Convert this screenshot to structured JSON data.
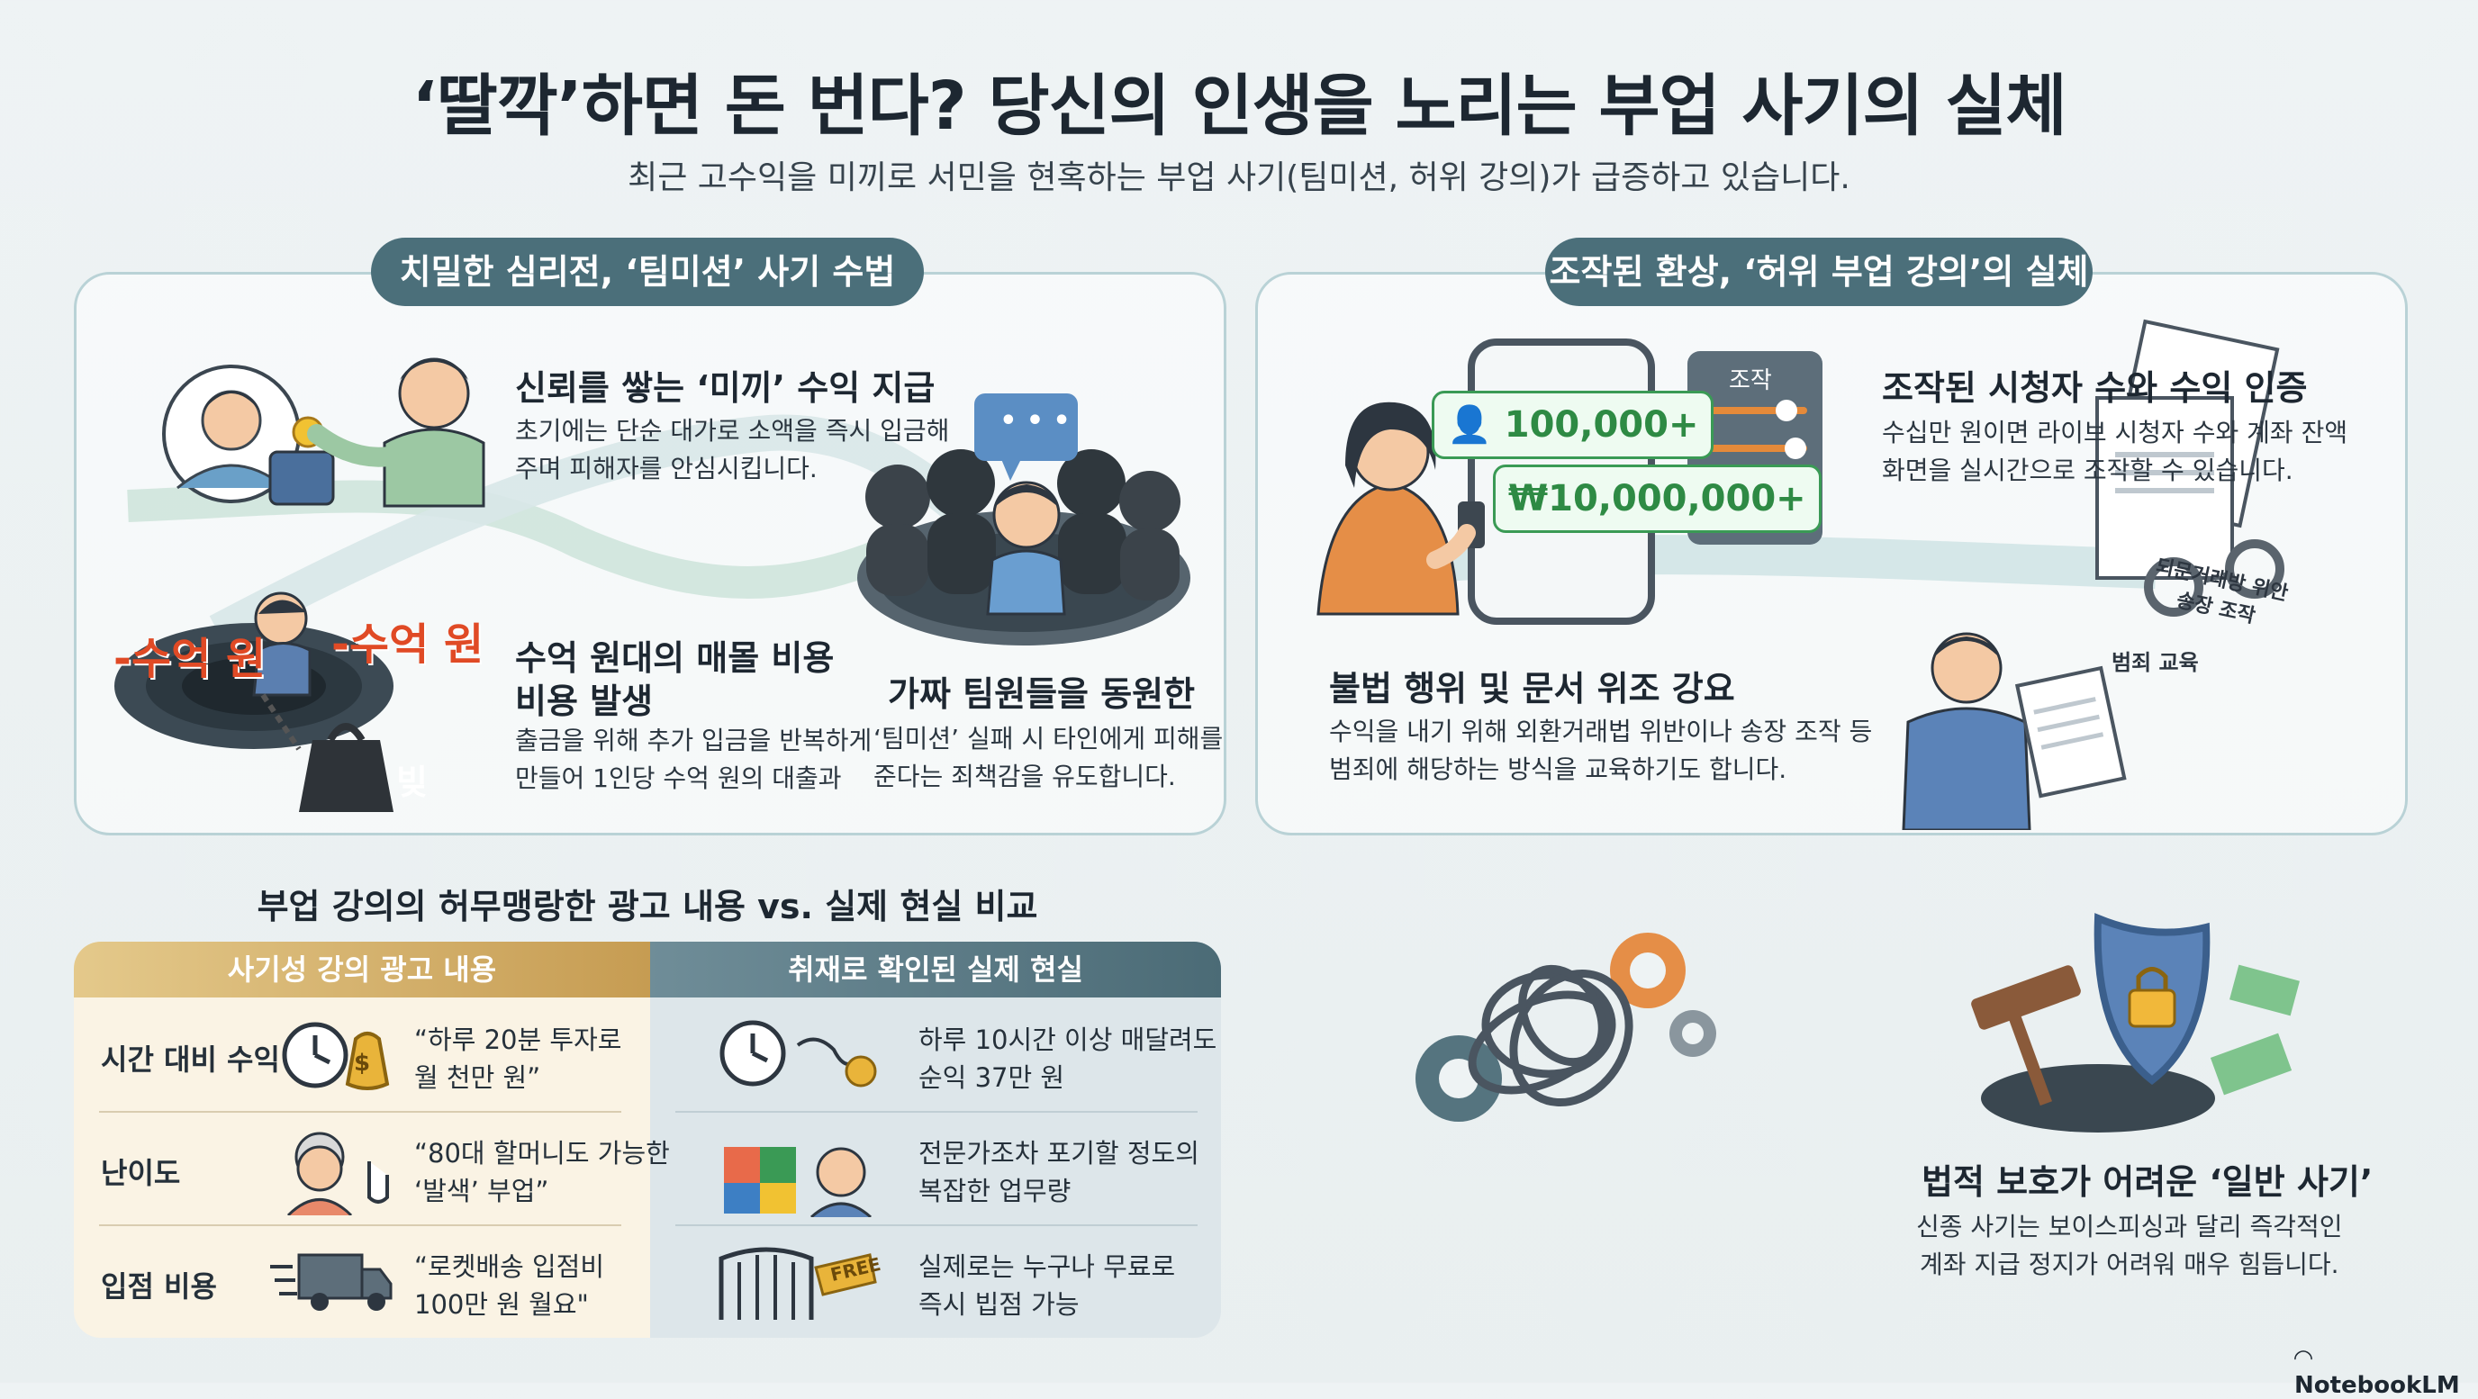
{
  "header": {
    "title": "‘딸깍’하면 돈 번다? 당신의 인생을 노리는 부업 사기의 실체",
    "subtitle": "최근 고수익을 미끼로 서민을 현혹하는 부업 사기(팀미션, 허위 강의)가 급증하고 있습니다."
  },
  "left_panel": {
    "pill": "치밀한 심리전, ‘팀미션’ 사기 수법",
    "step1_title": "신뢰를 쌓는 ‘미끼’ 수익 지급",
    "step1_text": [
      "초기에는 단순 대가로 소액을 즉시 입금해",
      "주며 피해자를 안심시킵니다."
    ],
    "step2_title": "가짜 팀원들을 동원한",
    "step2_text": [
      "‘팀미션’ 실패 시 타인에게 피해를",
      "준다는 죄책감을 유도합니다."
    ],
    "step3_title": [
      "수억 원대의 매몰 비용",
      "비용 발생"
    ],
    "step3_text": [
      "출금을 위해 추가 입금을 반복하게",
      "만들어 1인당 수억 원의 대출과"
    ],
    "money_left": "-수억 원",
    "money_right": "-수억 원",
    "weight_label": "빚",
    "bubble": "• • •"
  },
  "right_panel": {
    "pill": "조작된 환상, ‘허위 부업 강의’의 실체",
    "viewers": "100,000+",
    "won": "₩10,000,000+",
    "control_label": "조작",
    "step1_title": "조작된 시청자 수와 수익 인증",
    "step1_text": [
      "수십만 원이면 라이브 시청자 수와 계좌 잔액",
      "화면을 실시간으로 조작할 수 있습니다."
    ],
    "step2_title": "불법 행위 및 문서 위조 강요",
    "step2_text": [
      "수익을 내기 위해 외환거래법 위반이나 송장 조작 등",
      "범죄에 해당하는 방식을 교육하기도 합니다."
    ],
    "doc_label1": [
      "되문거래방 위안",
      "송장 조작"
    ],
    "doc_label2": "범죄 교육"
  },
  "comparison": {
    "heading": "부업 강의의 허무맹랑한 광고 내용 vs. 실제 현실 비교",
    "left_header": "사기성 강의 광고 내용",
    "right_header": "취재로 확인된 실제 현실",
    "rows": [
      {
        "label": "시간 대비 수익",
        "ad": [
          "“하루 20분 투자로",
          "월 천만 원”"
        ],
        "reality": [
          "하루 10시간 이상 매달려도",
          "순익 37만 원"
        ]
      },
      {
        "label": "난이도",
        "ad": [
          "“80대 할머니도 가능한",
          "‘발색’ 부업”"
        ],
        "reality": [
          "전문가조차 포기할 정도의",
          "복잡한 업무량"
        ]
      },
      {
        "label": "입점 비용",
        "ad": [
          "“로켓배송 입점비",
          "100만 원 월요\""
        ],
        "reality": [
          "실제로는 누구나 무료로",
          "즉시 빕점 가능"
        ]
      }
    ],
    "free_tag": "FREE",
    "coin": "$"
  },
  "legal": {
    "title": "법적 보호가 어려운 ‘일반 사기’",
    "text": [
      "신종 사기는 보이스피싱과 달리 즉각적인",
      "계좌 지급 정지가 어려워 매우 힘듭니다."
    ]
  },
  "footer": {
    "logo": "NotebookLM"
  },
  "colors": {
    "accent": "#4b6f7a",
    "money_red": "#e04a25",
    "green": "#3a9a55",
    "gold": "#c9a35a"
  }
}
